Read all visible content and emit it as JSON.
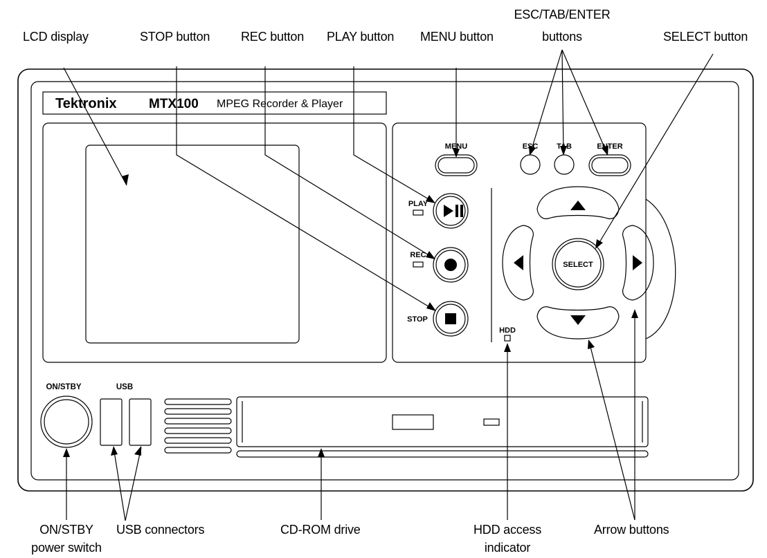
{
  "product": {
    "brand": "Tektronix",
    "model": "MTX100",
    "description": "MPEG Recorder & Player"
  },
  "panel_labels": {
    "menu": "MENU",
    "esc": "ESC",
    "tab": "TAB",
    "enter": "ENTER",
    "play": "PLAY",
    "rec": "REC",
    "stop": "STOP",
    "select": "SELECT",
    "hdd": "HDD",
    "on_stby": "ON/STBY",
    "usb": "USB"
  },
  "callouts": {
    "lcd_display": "LCD display",
    "stop_button": "STOP button",
    "rec_button": "REC button",
    "play_button": "PLAY button",
    "menu_button": "MENU button",
    "esc_tab_enter_line1": "ESC/TAB/ENTER",
    "esc_tab_enter_line2": "buttons",
    "select_button": "SELECT button",
    "on_stby_line1": "ON/STBY",
    "on_stby_line2": "power switch",
    "usb_connectors": "USB connectors",
    "cdrom_drive": "CD-ROM drive",
    "hdd_line1": "HDD access",
    "hdd_line2": "indicator",
    "arrow_buttons": "Arrow buttons"
  },
  "icons": {
    "play_pause": "play-pause-icon",
    "record": "record-icon",
    "stop": "stop-icon",
    "arrow_up": "arrow-up-icon",
    "arrow_down": "arrow-down-icon",
    "arrow_left": "arrow-left-icon",
    "arrow_right": "arrow-right-icon"
  }
}
